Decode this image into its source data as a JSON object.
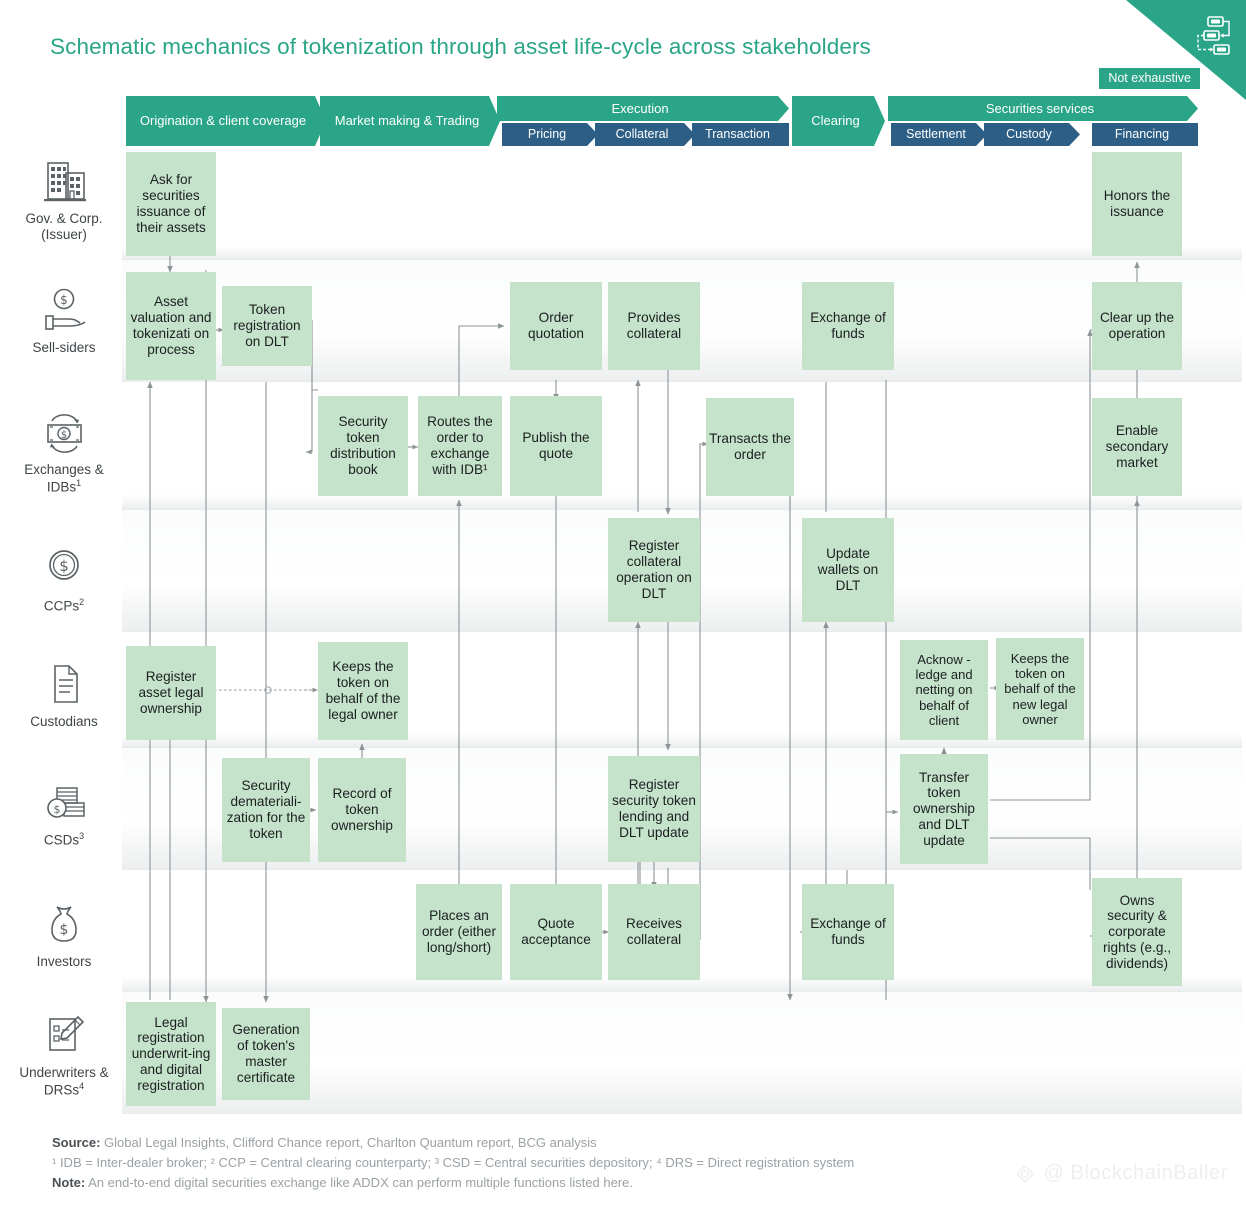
{
  "title": "Schematic mechanics of tokenization through asset life-cycle across stakeholders",
  "badge": "Not exhaustive",
  "colors": {
    "teal": "#2aa587",
    "navy": "#2d5f86",
    "box_green": "#c5e3cb",
    "title_green": "#2aa587"
  },
  "header": {
    "groups": [
      {
        "label": "Origination & client coverage",
        "sub": []
      },
      {
        "label": "Market making & Trading",
        "sub": []
      },
      {
        "label": "Execution",
        "sub": [
          "Pricing",
          "Collateral",
          "Transaction"
        ]
      },
      {
        "label": "Clearing",
        "sub": []
      },
      {
        "label": "Securities services",
        "sub": [
          "Settlement",
          "Custody",
          "Financing"
        ]
      }
    ]
  },
  "stakeholders": [
    {
      "label": "Gov. & Corp. (Issuer)",
      "icon": "buildings-icon",
      "note": ""
    },
    {
      "label": "Sell-siders",
      "icon": "hand-dollar-icon",
      "note": ""
    },
    {
      "label": "Exchanges & IDBs",
      "icon": "banknote-exchange-icon",
      "note": "1"
    },
    {
      "label": "CCPs",
      "icon": "coin-dollar-icon",
      "note": "2"
    },
    {
      "label": "Custodians",
      "icon": "document-icon",
      "note": ""
    },
    {
      "label": "CSDs",
      "icon": "coin-stack-icon",
      "note": "3"
    },
    {
      "label": "Investors",
      "icon": "money-bag-icon",
      "note": ""
    },
    {
      "label": "Underwriters & DRSs",
      "icon": "checklist-pencil-icon",
      "note": "4"
    }
  ],
  "boxes": [
    {
      "id": "b1",
      "row": 0,
      "text": "Ask for securities issuance of their assets"
    },
    {
      "id": "b2",
      "row": 0,
      "text": "Honors the issuance"
    },
    {
      "id": "b3",
      "row": 1,
      "text": "Asset valuation and tokenizati on process"
    },
    {
      "id": "b4",
      "row": 1,
      "text": "Token registration on DLT"
    },
    {
      "id": "b5",
      "row": 1,
      "text": "Order quotation"
    },
    {
      "id": "b6",
      "row": 1,
      "text": "Provides collateral"
    },
    {
      "id": "b7",
      "row": 1,
      "text": "Exchange of funds"
    },
    {
      "id": "b8",
      "row": 1,
      "text": "Clear up the operation"
    },
    {
      "id": "b9",
      "row": 2,
      "text": "Security token distribution book"
    },
    {
      "id": "b10",
      "row": 2,
      "text": "Routes the order to exchange with IDB¹"
    },
    {
      "id": "b11",
      "row": 2,
      "text": "Publish the quote"
    },
    {
      "id": "b12",
      "row": 2,
      "text": "Transacts the order"
    },
    {
      "id": "b13",
      "row": 2,
      "text": "Enable secondary market"
    },
    {
      "id": "b14",
      "row": 3,
      "text": "Register collateral operation on DLT"
    },
    {
      "id": "b15",
      "row": 3,
      "text": "Update wallets on DLT"
    },
    {
      "id": "b16",
      "row": 4,
      "text": "Register asset legal ownership"
    },
    {
      "id": "b17",
      "row": 4,
      "text": "Keeps the token on behalf of the legal owner"
    },
    {
      "id": "b18",
      "row": 4,
      "text": "Acknow -ledge and netting on behalf of client"
    },
    {
      "id": "b19",
      "row": 4,
      "text": "Keeps the token on behalf of the new legal owner"
    },
    {
      "id": "b20",
      "row": 5,
      "text": "Security demateriali-zation for the token"
    },
    {
      "id": "b21",
      "row": 5,
      "text": "Record of token ownership"
    },
    {
      "id": "b22",
      "row": 5,
      "text": "Register security token lending and DLT update"
    },
    {
      "id": "b23",
      "row": 5,
      "text": "Transfer token ownership and DLT update"
    },
    {
      "id": "b24",
      "row": 6,
      "text": "Places an order (either long/short)"
    },
    {
      "id": "b25",
      "row": 6,
      "text": "Quote acceptance"
    },
    {
      "id": "b26",
      "row": 6,
      "text": "Receives collateral"
    },
    {
      "id": "b27",
      "row": 6,
      "text": "Exchange of funds"
    },
    {
      "id": "b28",
      "row": 6,
      "text": "Owns security & corporate rights (e.g., dividends)"
    },
    {
      "id": "b29",
      "row": 7,
      "text": "Legal registration underwrit-ing and digital registration"
    },
    {
      "id": "b30",
      "row": 7,
      "text": "Generation of token's master certificate"
    }
  ],
  "footer": {
    "source_label": "Source:",
    "source_text": "Global Legal Insights, Clifford Chance report, Charlton Quantum report, BCG analysis",
    "footnotes": "¹ IDB = Inter-dealer broker; ² CCP = Central clearing counterparty; ³ CSD = Central securities depository; ⁴ DRS = Direct registration system",
    "note_label": "Note:",
    "note_text": "An end-to-end digital securities exchange like ADDX can perform multiple functions listed here.",
    "watermark": "@ BlockchainBaller"
  }
}
